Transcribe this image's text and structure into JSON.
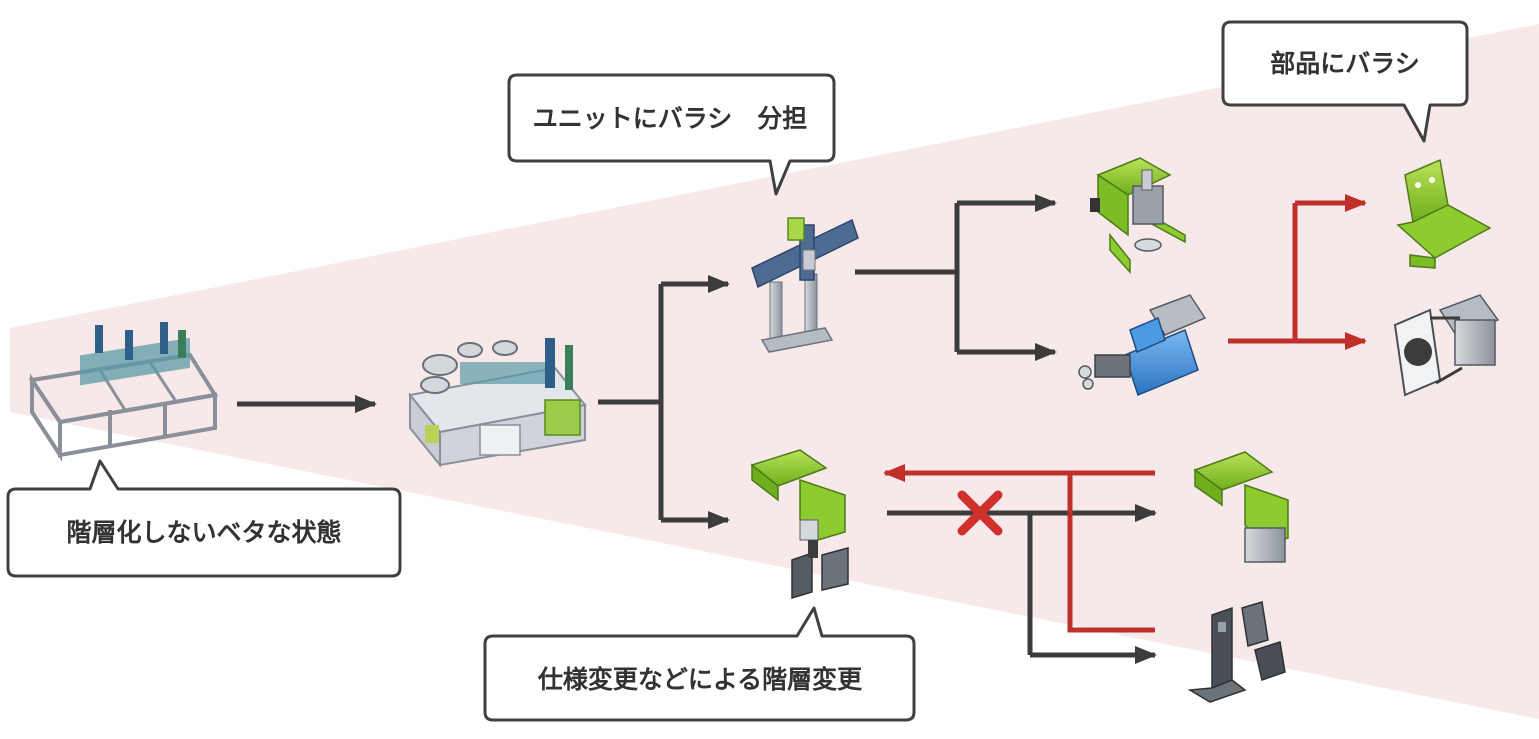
{
  "callouts": {
    "flat_state": "階層化しないベタな状態",
    "unit_split": "ユニットにバラシ　分担",
    "parts_split": "部品にバラシ",
    "spec_change": "仕様変更などによる階層変更"
  },
  "colors": {
    "wedge": "#f7e9e9",
    "arrow_dark": "#3c3c3c",
    "arrow_red": "#c0302b",
    "part_green": "#8ccc2e",
    "frame_gray": "#9aa0a8",
    "cylinder_blue": "#3f8fd8"
  },
  "icons": {
    "cross": "x-mark-icon"
  }
}
